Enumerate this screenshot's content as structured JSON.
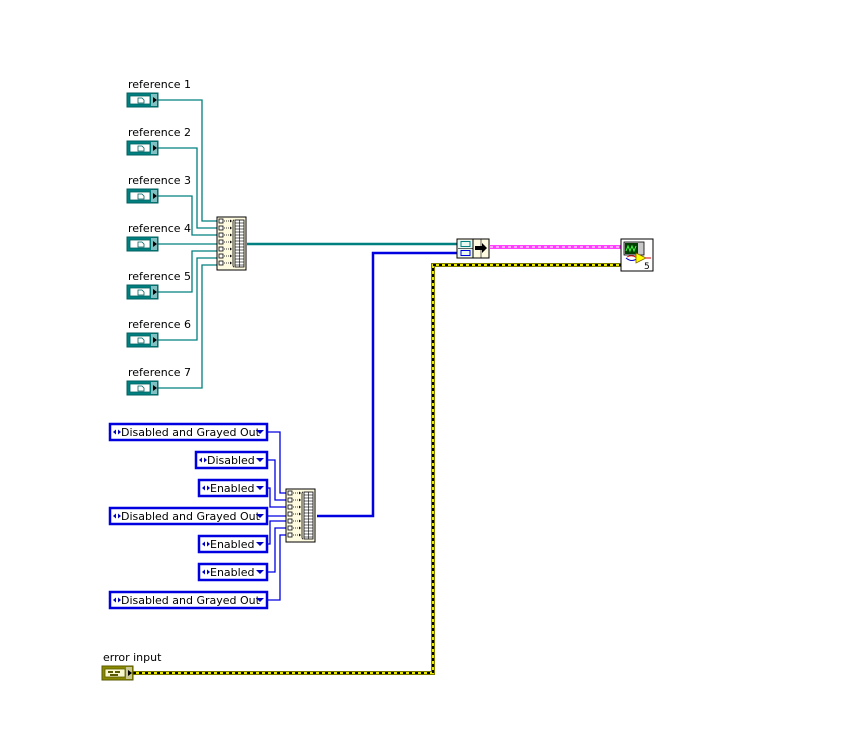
{
  "references": [
    {
      "label": "reference 1"
    },
    {
      "label": "reference 2"
    },
    {
      "label": "reference 3"
    },
    {
      "label": "reference 4"
    },
    {
      "label": "reference 5"
    },
    {
      "label": "reference 6"
    },
    {
      "label": "reference 7"
    }
  ],
  "states": [
    {
      "value": "Disabled and Grayed Out"
    },
    {
      "value": "Disabled"
    },
    {
      "value": "Enabled"
    },
    {
      "value": "Disabled and Grayed Out"
    },
    {
      "value": "Enabled"
    },
    {
      "value": "Enabled"
    },
    {
      "value": "Disabled and Grayed Out"
    }
  ],
  "error_input": {
    "label": "error input"
  },
  "subvi": {
    "badge": "5"
  },
  "colors": {
    "reference_wire": "#008080",
    "enum_wire": "#0000e0",
    "cluster_wire": "#ff40ff",
    "error_wire": "#8a8a00",
    "build_array_fill": "#fffbe0"
  }
}
